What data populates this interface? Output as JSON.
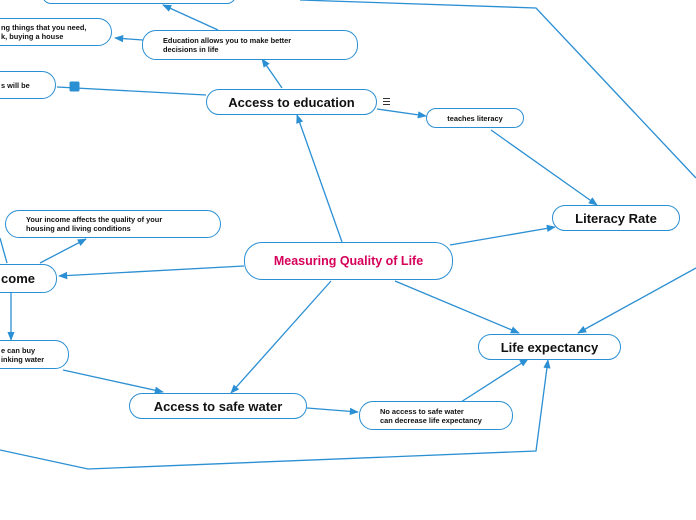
{
  "colors": {
    "link": "#2b8fd3",
    "central_text": "#d6005a",
    "text": "#111111",
    "node_border": "#2b8fd3"
  },
  "central": {
    "label": "Measuring Quality of Life"
  },
  "topics": {
    "education": "Access to education",
    "literacy": "Literacy Rate",
    "life_expectancy": "Life expectancy",
    "water": "Access to safe water",
    "income": "come"
  },
  "details": {
    "edu_decisions": "Education allows you to make better\ndecisions in life",
    "things_need": "ng things that you need,\nk, buying a house",
    "will_be": "s will be",
    "teaches_literacy": "teaches literacy",
    "income_quality": "Your income affects the quality of your\nhousing and living conditions",
    "can_buy": "e can buy\ninking water",
    "no_safe_water": "No access to safe water\ncan decrease life expectancy"
  },
  "icons": {
    "notes": "notes-icon",
    "attachment": "square-marker-icon"
  }
}
